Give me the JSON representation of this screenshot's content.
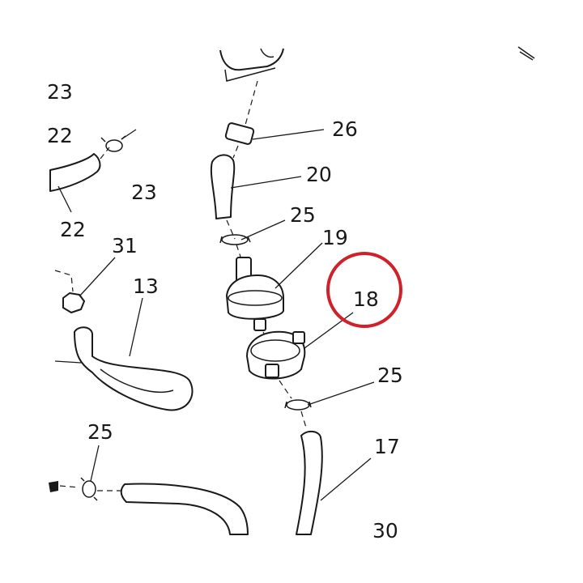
{
  "callouts": {
    "c23_top": "23",
    "c22_top": "22",
    "c23_clip": "23",
    "c22_hose": "22",
    "c31": "31",
    "c13": "13",
    "c26": "26",
    "c20": "20",
    "c25_top": "25",
    "c19": "19",
    "c18": "18",
    "c25_mid": "25",
    "c17": "17",
    "c25_bottom": "25",
    "c30": "30"
  },
  "colors": {
    "ink": "#1a1a1a",
    "highlight_ring": "#d0212a",
    "background": "#ffffff"
  }
}
